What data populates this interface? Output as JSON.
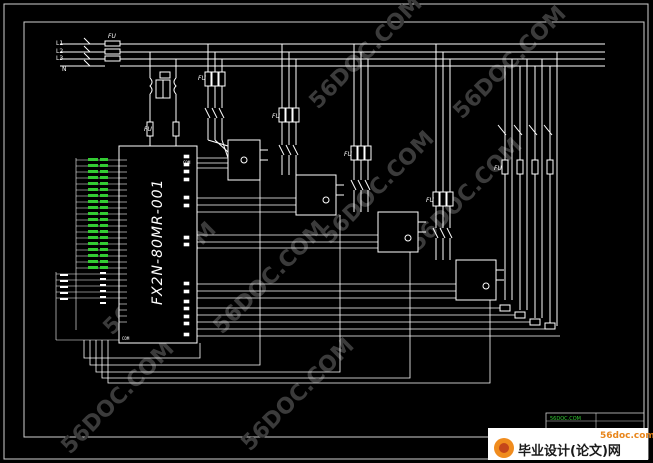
{
  "plc": {
    "model": "FX2N-80MR-001",
    "label_top": "COM",
    "label_bottom": "COM"
  },
  "mains": {
    "phases": [
      "L1",
      "L2",
      "L3",
      "N"
    ],
    "fuse_label": "FU"
  },
  "watermarks": {
    "diag_text": "56DOC.COM",
    "site": "56doc.com",
    "brand": "毕业设计(论文)网"
  },
  "title_block": {
    "small_text": "56DOC.COM"
  },
  "colors": {
    "background": "#000000",
    "wire": "#ffffff",
    "frame": "#d9d9d9",
    "io_led": "#33cc33",
    "label": "#ffffff",
    "watermark": "#4a4a4a",
    "brand_orange": "#e8851a",
    "brand_text": "#1a1a1a"
  }
}
